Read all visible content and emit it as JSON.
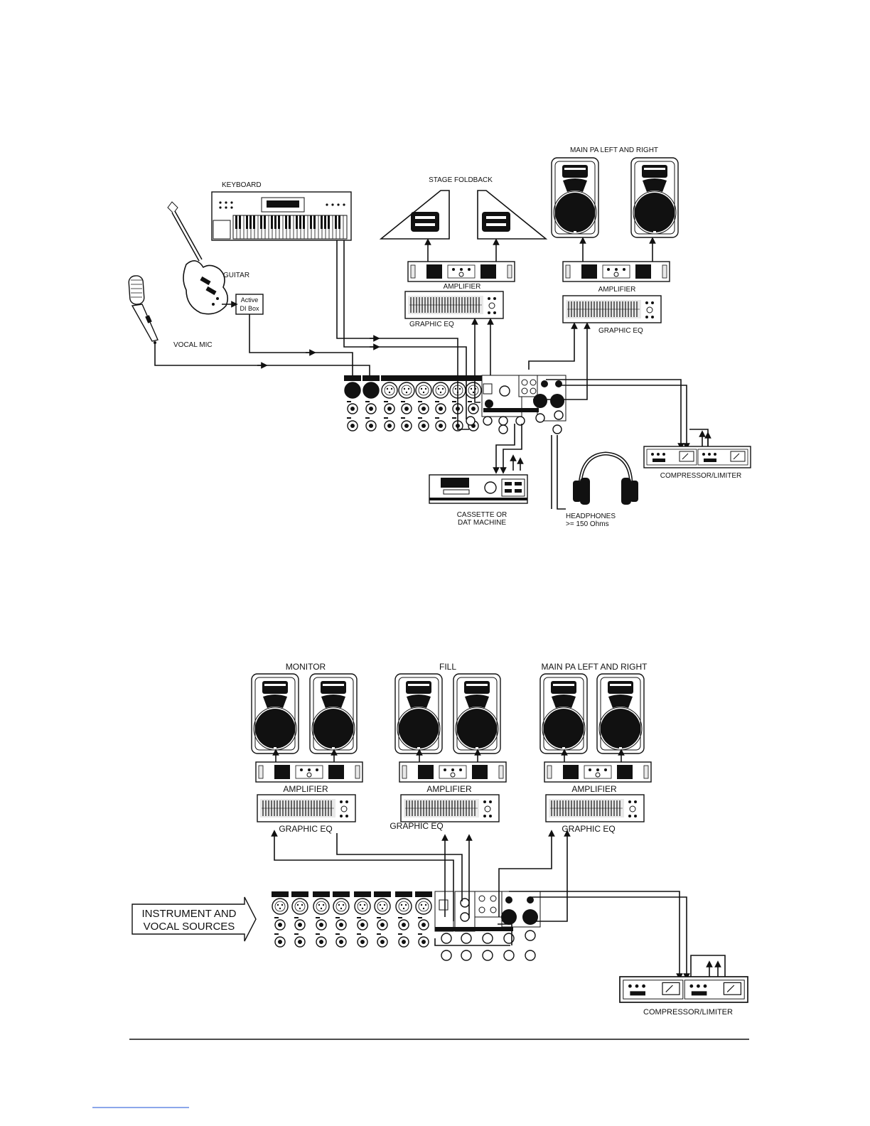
{
  "diagram1": {
    "labels": {
      "keyboard": "KEYBOARD",
      "guitar": "GUITAR",
      "di_box_line1": "Active",
      "di_box_line2": "DI Box",
      "vocal_mic": "VOCAL MIC",
      "stage_foldback": "STAGE FOLDBACK",
      "main_pa": "MAIN PA LEFT AND RIGHT",
      "amplifier_left": "AMPLIFIER",
      "amplifier_right": "AMPLIFIER",
      "graphic_eq_left": "GRAPHIC EQ",
      "graphic_eq_right": "GRAPHIC EQ",
      "compressor": "COMPRESSOR/LIMITER",
      "cassette_line1": "CASSETTE OR",
      "cassette_line2": "DAT MACHINE",
      "headphones_line1": "HEADPHONES",
      "headphones_line2": ">= 150 Ohms"
    }
  },
  "diagram2": {
    "labels": {
      "monitor": "MONITOR",
      "fill": "FILL",
      "main_pa": "MAIN PA LEFT AND RIGHT",
      "amplifier_1": "AMPLIFIER",
      "amplifier_2": "AMPLIFIER",
      "amplifier_3": "AMPLIFIER",
      "graphic_eq_1": "GRAPHIC EQ",
      "graphic_eq_2": "GRAPHIC EQ",
      "graphic_eq_3": "GRAPHIC EQ",
      "sources_line1": "INSTRUMENT AND",
      "sources_line2": "VOCAL SOURCES",
      "compressor": "COMPRESSOR/LIMITER"
    }
  },
  "colors": {
    "ink": "#111111",
    "link": "#1a4fd6"
  }
}
